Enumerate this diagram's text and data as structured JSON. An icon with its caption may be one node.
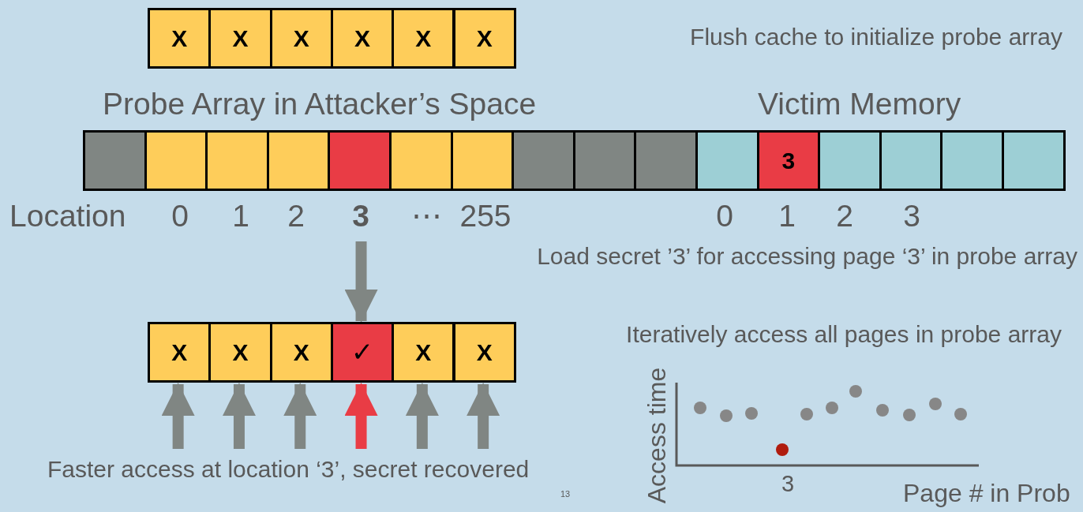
{
  "diagram": {
    "nodes": [
      {
        "text": [
          "X"
        ]
      },
      {
        "text": [
          "X"
        ]
      },
      {
        "text": [
          "X"
        ]
      },
      {
        "text": [
          "X"
        ]
      },
      {
        "text": [
          "X"
        ]
      },
      {
        "text": [
          "X"
        ]
      },
      {
        "text": [],
        "shape": "box"
      },
      {
        "text": [],
        "shape": "box"
      },
      {
        "text": [],
        "shape": "box"
      },
      {
        "text": [],
        "shape": "box"
      },
      {
        "text": [],
        "shape": "box"
      },
      {
        "text": [],
        "shape": "box"
      },
      {
        "text": [],
        "shape": "box"
      },
      {
        "text": [],
        "shape": "box"
      },
      {
        "text": [],
        "shape": "box"
      },
      {
        "text": [],
        "shape": "box"
      },
      {
        "text": [],
        "shape": "box"
      },
      {
        "text": [
          "3"
        ]
      },
      {
        "text": [],
        "shape": "box"
      },
      {
        "text": [],
        "shape": "box"
      },
      {
        "text": [],
        "shape": "box"
      },
      {
        "text": [],
        "shape": "box"
      },
      {
        "text": [
          "X"
        ]
      },
      {
        "text": [
          "X"
        ]
      },
      {
        "text": [
          "X"
        ]
      },
      {
        "text": [
          "✓"
        ]
      },
      {
        "text": [
          "X"
        ]
      },
      {
        "text": [
          "X"
        ]
      }
    ],
    "edges": [
      {
        "from": 10,
        "to": 25,
        "arrow": "to"
      },
      {
        "from": null,
        "to": 22,
        "arrow": "to"
      },
      {
        "from": null,
        "to": 23,
        "arrow": "to"
      },
      {
        "from": null,
        "to": 24,
        "arrow": "to"
      },
      {
        "from": null,
        "to": 25,
        "arrow": "to",
        "color": "#e93c45"
      },
      {
        "from": null,
        "to": 26,
        "arrow": "to"
      },
      {
        "from": null,
        "to": 27,
        "arrow": "to"
      }
    ],
    "labels": [
      "Flush cache to initialize probe array",
      "Probe Array in Attacker’s Space",
      "Victim Memory",
      "Location",
      "0",
      "1",
      "2",
      "3",
      "⋯",
      "255",
      "0",
      "1",
      "2",
      "3",
      "Load secret ’3’ for accessing page ‘3’ in probe array",
      "Iteratively access all pages in probe array",
      "Access time",
      "3",
      "Page # in Prob",
      "Faster access at location ‘3’, secret recovered",
      "13"
    ]
  }
}
